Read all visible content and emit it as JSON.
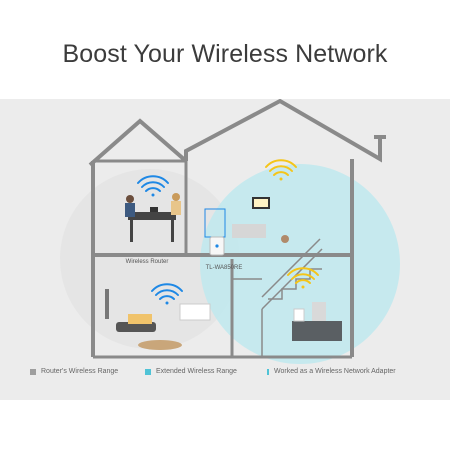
{
  "title": "Boost Your Wireless Network",
  "labels": {
    "router": "Wireless Router",
    "extender": "TL-WA850RE"
  },
  "legend": [
    {
      "label": "Router's Wireless Range",
      "color": "#9e9e9e"
    },
    {
      "label": "Extended Wireless Range",
      "color": "#4fc3d6"
    },
    {
      "label": "Worked as a Wireless Network Adapter",
      "color": "#4fc3d6"
    }
  ],
  "colors": {
    "background_panel": "#ececec",
    "house_outline": "#8a8a8a",
    "wifi_yellow": "#f5c518",
    "wifi_blue": "#1e88e5",
    "extended_range": "#7fd4e0",
    "router_range": "#e6e6e6"
  },
  "icons": [
    "wifi-icon-blue",
    "wifi-icon-yellow",
    "wifi-icon-yellow-2",
    "wifi-icon-blue-2"
  ]
}
